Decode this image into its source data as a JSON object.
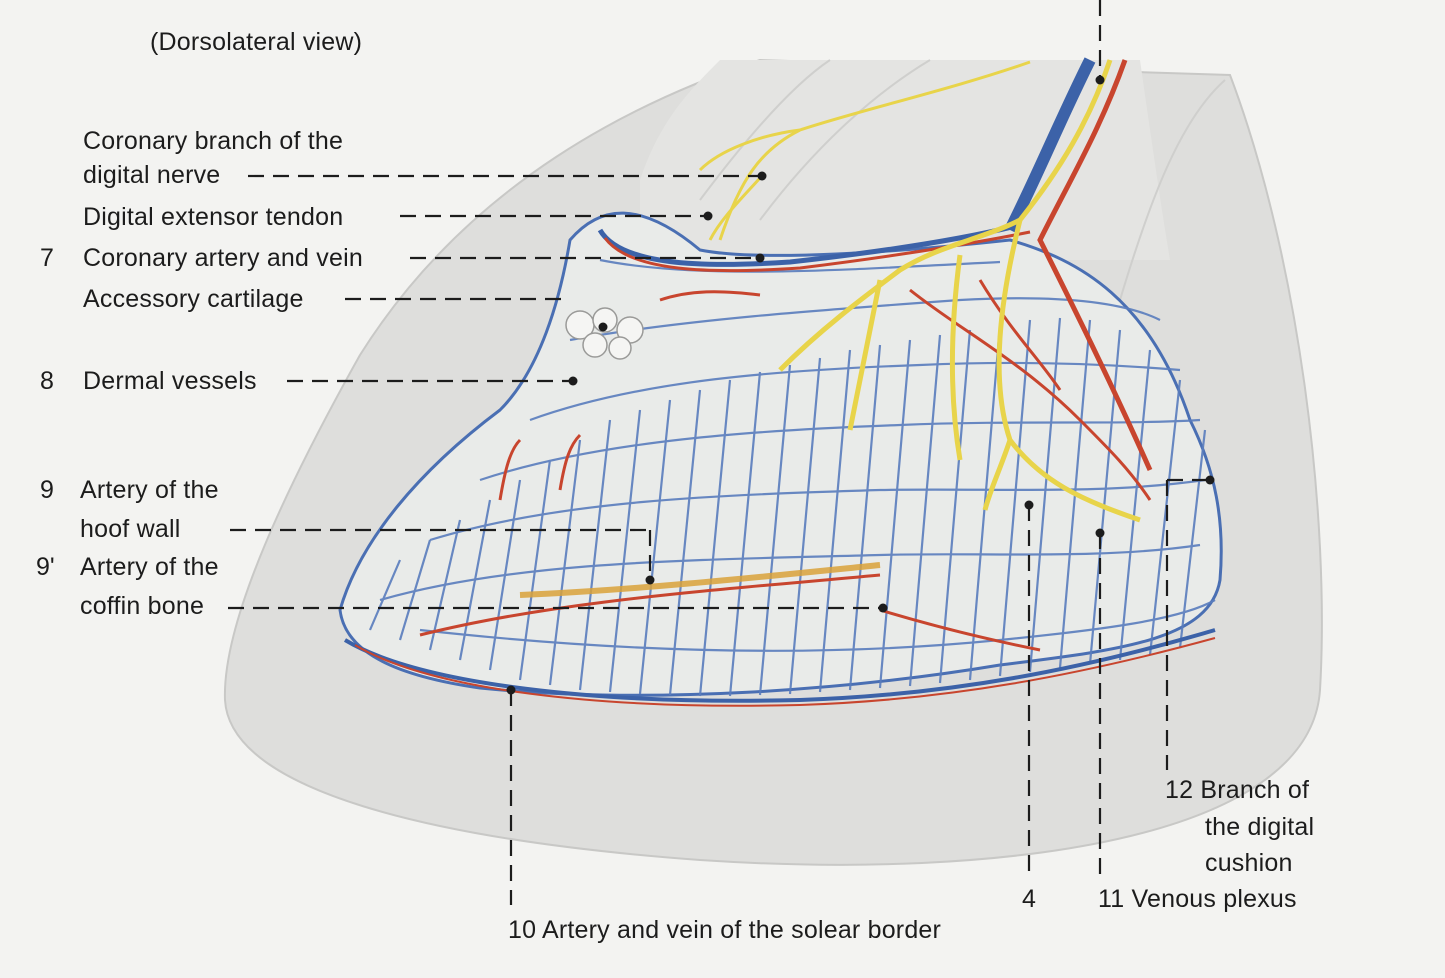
{
  "title": "(Dorsolateral view)",
  "labels": {
    "coronary_nerve": {
      "text_1": "Coronary branch of the",
      "text_2": "digital nerve"
    },
    "extensor_tendon": {
      "text": "Digital extensor tendon"
    },
    "coronary_artery": {
      "number": "7",
      "text": "Coronary artery and vein"
    },
    "accessory_cartilage": {
      "text": "Accessory cartilage"
    },
    "dermal_vessels": {
      "number": "8",
      "text": "Dermal vessels"
    },
    "artery_hoof_wall": {
      "number": "9",
      "text_1": "Artery of the",
      "text_2": "hoof wall"
    },
    "artery_coffin_bone": {
      "number": "9'",
      "text_1": "Artery of the",
      "text_2": "coffin bone"
    },
    "solear_border": {
      "text": "10 Artery and vein of the solear border"
    },
    "label_4": {
      "text": "4"
    },
    "venous_plexus": {
      "text": "11 Venous plexus"
    },
    "digital_cushion": {
      "text_1": "12 Branch of",
      "text_2": "the digital",
      "text_3": "cushion"
    }
  },
  "colors": {
    "background": "#f3f3f1",
    "hoof_shadow": "#d9d9d7",
    "vein_blue": "#4a6fb3",
    "artery_red": "#c8452e",
    "nerve_yellow": "#e8d44a",
    "leader_line": "#1c1c1c"
  }
}
